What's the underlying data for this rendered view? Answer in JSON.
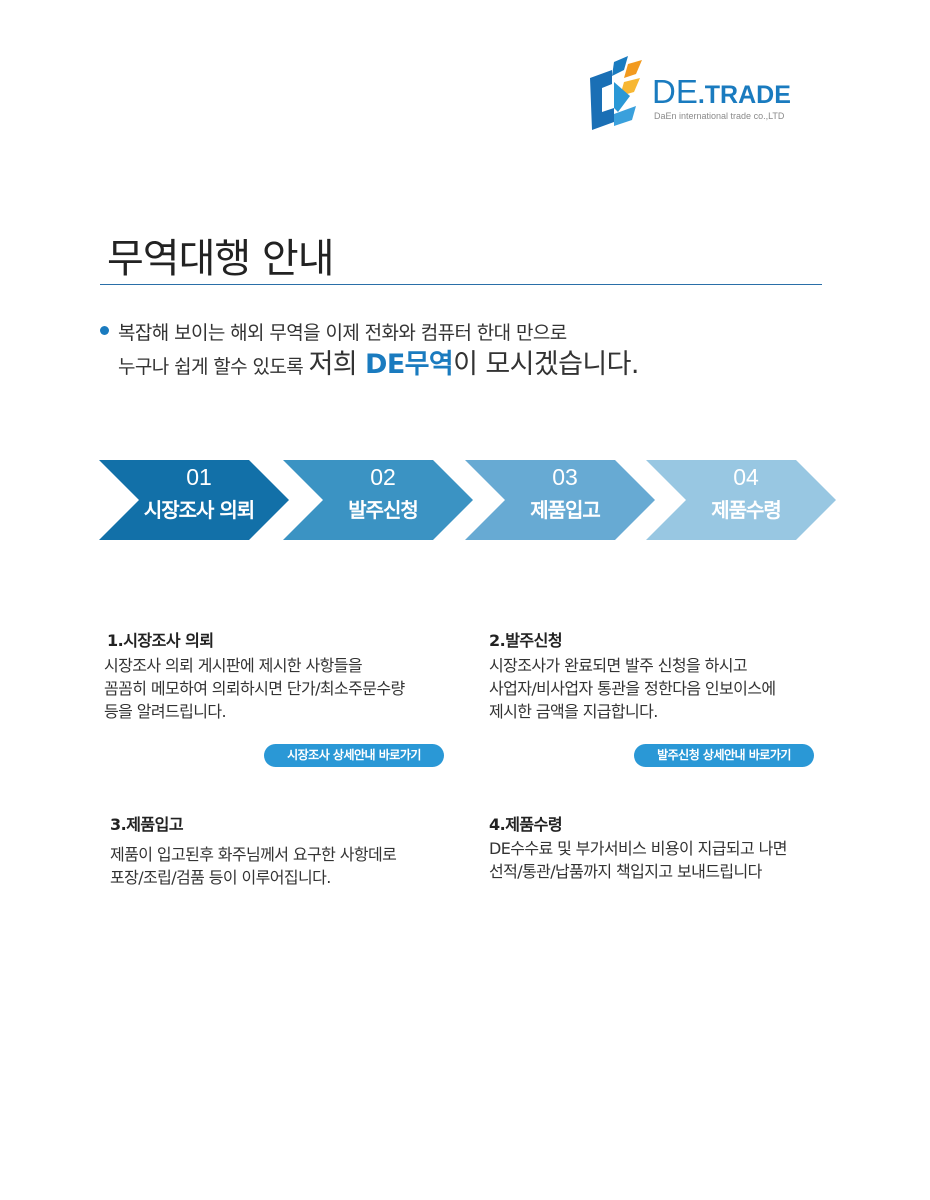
{
  "brand": {
    "name_de": "DE",
    "name_trade": ".TRADE",
    "subtitle": "DaEn international trade co.,LTD",
    "logo_icon": "de-logo-mark",
    "colors": {
      "blue": "#1a7bbf",
      "orange": "#f29a1f"
    }
  },
  "page": {
    "title": "무역대행 안내"
  },
  "intro": {
    "line1": "복잡해 보이는 해외 무역을 이제 전화와 컴퓨터 한대 만으로",
    "line2_prefix": "누구나 쉽게 할수 있도록 ",
    "line2_big": "저희 ",
    "line2_brand": "DE무역",
    "line2_suffix": "이 모시겠습니다."
  },
  "steps": [
    {
      "num": "01",
      "label": "시장조사 의뢰",
      "color": "#1270a8"
    },
    {
      "num": "02",
      "label": "발주신청",
      "color": "#3b93c3"
    },
    {
      "num": "03",
      "label": "제품입고",
      "color": "#67aad3"
    },
    {
      "num": "04",
      "label": "제품수령",
      "color": "#98c7e2"
    }
  ],
  "sections": [
    {
      "title": "1.시장조사 의뢰",
      "lines": [
        "시장조사 의뢰 게시판에 제시한 사항들을",
        "꼼꼼히 메모하여 의뢰하시면 단가/최소주문수량",
        "등을 알려드립니다."
      ],
      "link": "시장조사 상세안내 바로가기"
    },
    {
      "title": "2.발주신청",
      "lines": [
        "시장조사가 완료되면 발주 신청을 하시고",
        "사업자/비사업자 통관을 정한다음 인보이스에",
        "제시한 금액을 지급합니다."
      ],
      "link": "발주신청 상세안내 바로가기"
    },
    {
      "title": "3.제품입고",
      "lines": [
        "제품이 입고된후 화주님께서 요구한 사항데로",
        "포장/조립/검품 등이 이루어집니다."
      ]
    },
    {
      "title": "4.제품수령",
      "lines": [
        "DE수수료 및 부가서비스 비용이 지급되고 나면",
        "선적/통관/납품까지 책입지고 보내드립니다"
      ]
    }
  ]
}
